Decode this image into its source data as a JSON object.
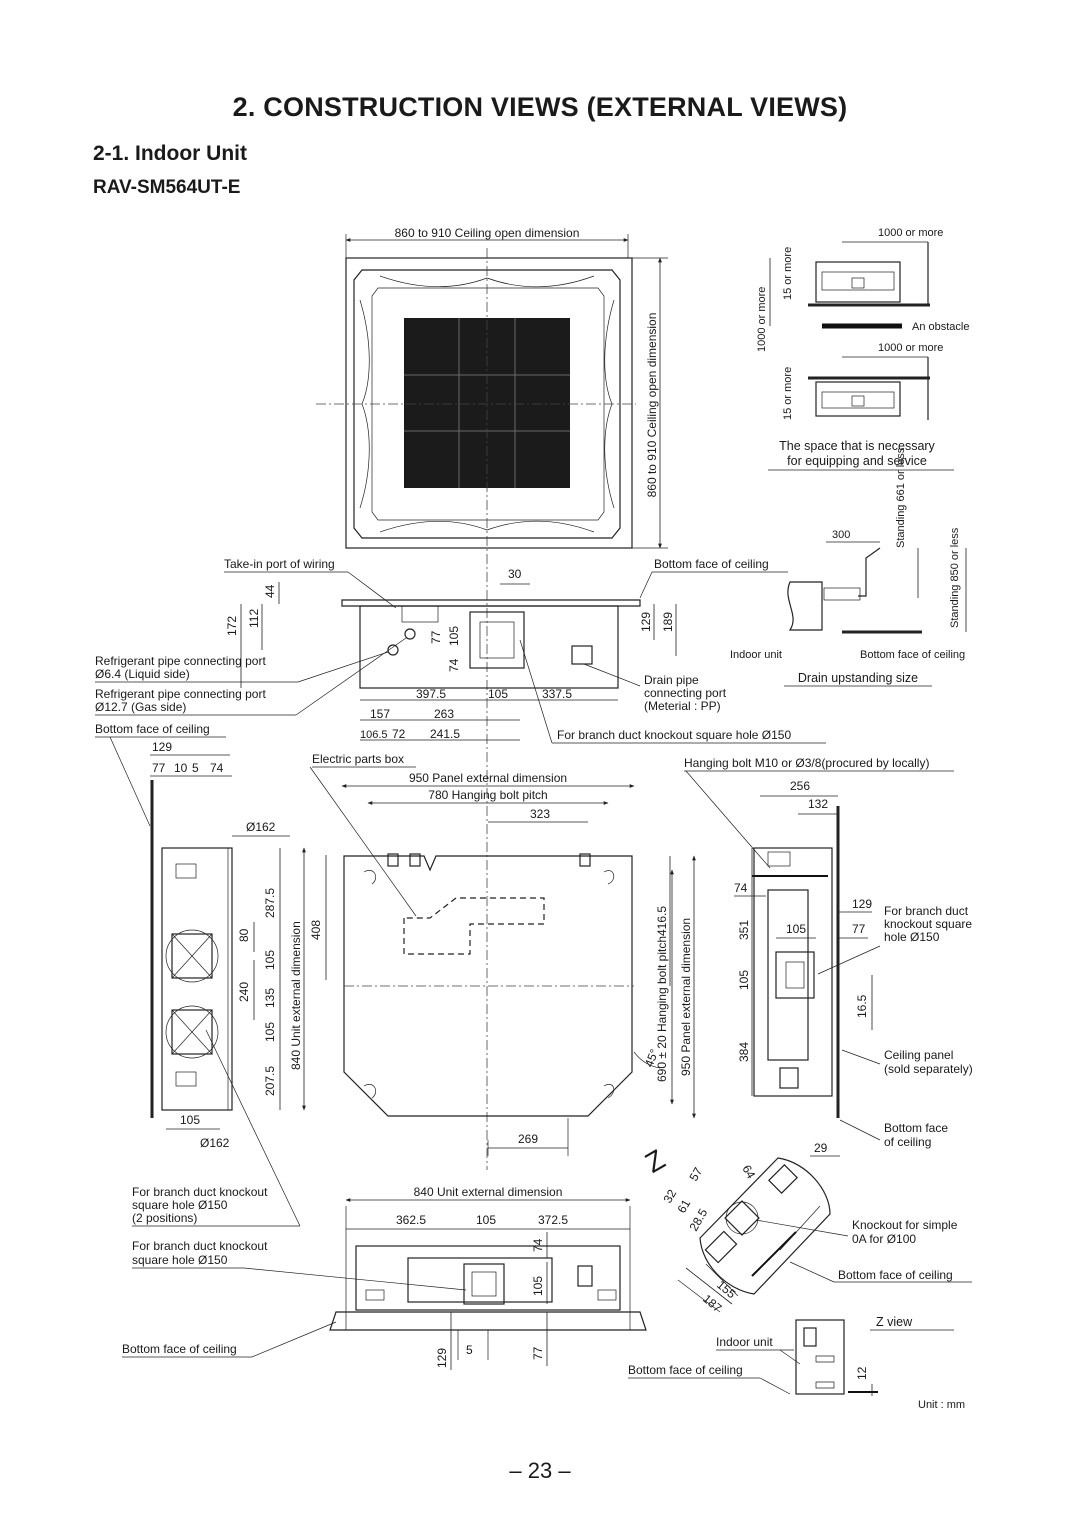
{
  "header": {
    "section_title": "2. CONSTRUCTION VIEWS (EXTERNAL VIEWS)",
    "subsection_title": "2-1. Indoor Unit",
    "model": "RAV-SM564UT-E"
  },
  "page_number": "– 23 –",
  "top_view": {
    "ceiling_open_width": "860 to 910 Ceiling open dimension",
    "ceiling_open_height": "860 to 910 Ceiling open dimension"
  },
  "service_space": {
    "label_1000_top": "1000 or more",
    "label_1000_mid": "1000 or more",
    "label_1000_vert": "1000 or more",
    "label_15_top": "15 or more",
    "label_15_bottom": "15 or more",
    "obstacle": "An obstacle",
    "caption_line1": "The space that is necessary",
    "caption_line2": "for equipping and service"
  },
  "drain_upstanding": {
    "dim_300": "300",
    "standing_661": "Standing 661 or less",
    "standing_850": "Standing 850 or less",
    "indoor_unit": "Indoor unit",
    "bottom_face": "Bottom face of ceiling",
    "caption": "Drain upstanding size"
  },
  "side_view": {
    "takein_port": "Take-in port of wiring",
    "bottom_face_ceiling": "Bottom face of ceiling",
    "dim_30": "30",
    "dim_44": "44",
    "dim_112": "112",
    "dim_172": "172",
    "dim_77": "77",
    "dim_105": "105",
    "dim_74": "74",
    "dim_129": "129",
    "dim_189": "189",
    "ref_liquid_1": "Refrigerant pipe connecting port",
    "ref_liquid_2": "Ø6.4 (Liquid side)",
    "ref_gas_1": "Refrigerant pipe connecting port",
    "ref_gas_2": "Ø12.7 (Gas side)",
    "drain_1": "Drain pipe",
    "drain_2": "connecting port",
    "drain_3": "(Meterial : PP)",
    "dim_397_5": "397.5",
    "dim_105b": "105",
    "dim_337_5": "337.5",
    "dim_157": "157",
    "dim_263": "263",
    "dim_106_5": "106.5",
    "dim_72": "72",
    "dim_241_5": "241.5",
    "branch_duct": "For branch duct knockout square hole Ø150"
  },
  "left_view": {
    "bottom_face": "Bottom face of ceiling",
    "dim_129": "129",
    "dim_77": "77",
    "dim_10": "10",
    "dim_5": "5",
    "dim_74": "74",
    "dia_162_top": "Ø162",
    "dia_162_bottom": "Ø162",
    "dim_105": "105",
    "dim_80": "80",
    "dim_240": "240",
    "dim_287_5": "287.5",
    "dim_105a": "105",
    "dim_135": "135",
    "dim_105b": "105",
    "dim_207_5": "207.5",
    "unit_ext": "840 Unit external dimension",
    "dim_408": "408",
    "knock_1": "For branch duct knockout",
    "knock_2": "square hole Ø150",
    "knock_3": "(2 positions)"
  },
  "plan_view": {
    "electric_box": "Electric parts box",
    "panel_ext": "950 Panel external dimension",
    "hanging_pitch": "780 Hanging bolt pitch",
    "dim_323": "323",
    "dim_416_5": "416.5",
    "hanging_690": "690 ± 20 Hanging bolt pitch",
    "panel_950_v": "950 Panel external dimension",
    "angle_45": "45°",
    "dim_269": "269",
    "z_mark": "Z"
  },
  "right_view": {
    "hanging_bolt": "Hanging bolt M10 or Ø3/8(procured by locally)",
    "dim_256": "256",
    "dim_132": "132",
    "dim_74": "74",
    "dim_129": "129",
    "dim_351": "351",
    "dim_105": "105",
    "dim_77": "77",
    "dim_105v": "105",
    "dim_16_5": "16.5",
    "dim_384": "384",
    "dim_29": "29",
    "branch_1": "For branch duct",
    "branch_2": "knockout square",
    "branch_3": "hole Ø150",
    "panel_1": "Ceiling panel",
    "panel_2": "(sold separately)",
    "bottom_1": "Bottom face",
    "bottom_2": "of ceiling"
  },
  "front_view": {
    "unit_ext": "840 Unit external dimension",
    "dim_362_5": "362.5",
    "dim_105": "105",
    "dim_372_5": "372.5",
    "dim_74": "74",
    "dim_105v": "105",
    "dim_129": "129",
    "dim_5": "5",
    "dim_77": "77",
    "knock_1": "For branch duct knockout",
    "knock_2": "square hole Ø150",
    "bottom_face": "Bottom face of ceiling"
  },
  "corner_view": {
    "dim_32": "32",
    "dim_61": "61",
    "dim_28_5": "28.5",
    "dim_57": "57",
    "dim_64": "64",
    "dim_155": "155",
    "dim_187": "187",
    "knock_1": "Knockout for simple",
    "knock_2": "0A for Ø100",
    "bottom_face": "Bottom face of ceiling"
  },
  "z_view": {
    "title": "Z view",
    "indoor_unit": "Indoor unit",
    "bottom_face": "Bottom face of ceiling",
    "dim_12": "12",
    "unit": "Unit : mm"
  }
}
